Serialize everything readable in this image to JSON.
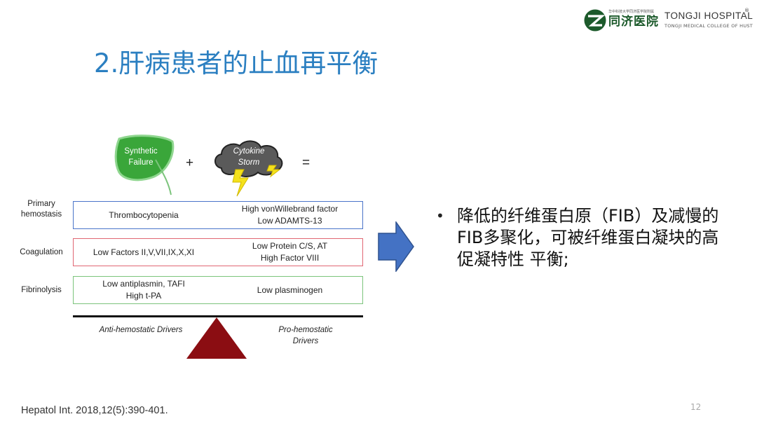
{
  "logo": {
    "cn_name": "同济医院",
    "cn_small": "华中科技大学同济医学院附属",
    "en_name": "TONGJI HOSPITAL",
    "registered": "®",
    "en_sub": "TONGJI MEDICAL COLLEGE OF HUST"
  },
  "slide": {
    "title": "2.肝病患者的止血再平衡",
    "page_number": "12",
    "citation": "Hepatol Int. 2018,12(5):390-401."
  },
  "diagram": {
    "liver_label_1": "Synthetic",
    "liver_label_2": "Failure",
    "plus": "+",
    "cloud_label_1": "Cytokine",
    "cloud_label_2": "Storm",
    "equals": "=",
    "rows": [
      {
        "label_1": "Primary",
        "label_2": "hemostasis",
        "left_1": "Thrombocytopenia",
        "left_2": "",
        "right_1": "High vonWillebrand factor",
        "right_2": "Low ADAMTS-13",
        "color": "#4a74c9"
      },
      {
        "label_1": "Coagulation",
        "label_2": "",
        "left_1": "Low Factors II,V,VII,IX,X,XI",
        "left_2": "",
        "right_1": "Low Protein C/S, AT",
        "right_2": "High Factor VIII",
        "color": "#e06673"
      },
      {
        "label_1": "Fibrinolysis",
        "label_2": "",
        "left_1": "Low antiplasmin, TAFI",
        "left_2": "High t-PA",
        "right_1": "Low plasminogen",
        "right_2": "",
        "color": "#7cc47c"
      }
    ],
    "anti_label": "Anti-hemostatic Drivers",
    "pro_label_1": "Pro-hemostatic",
    "pro_label_2": "Drivers",
    "fulcrum_color": "#8b0d12",
    "arrow_color": "#4472c4"
  },
  "bullets": [
    {
      "marker": "•",
      "text": "降低的纤维蛋白原（FIB）及减慢的FIB多聚化，可被纤维蛋白凝块的高促凝特性 平衡;"
    }
  ]
}
